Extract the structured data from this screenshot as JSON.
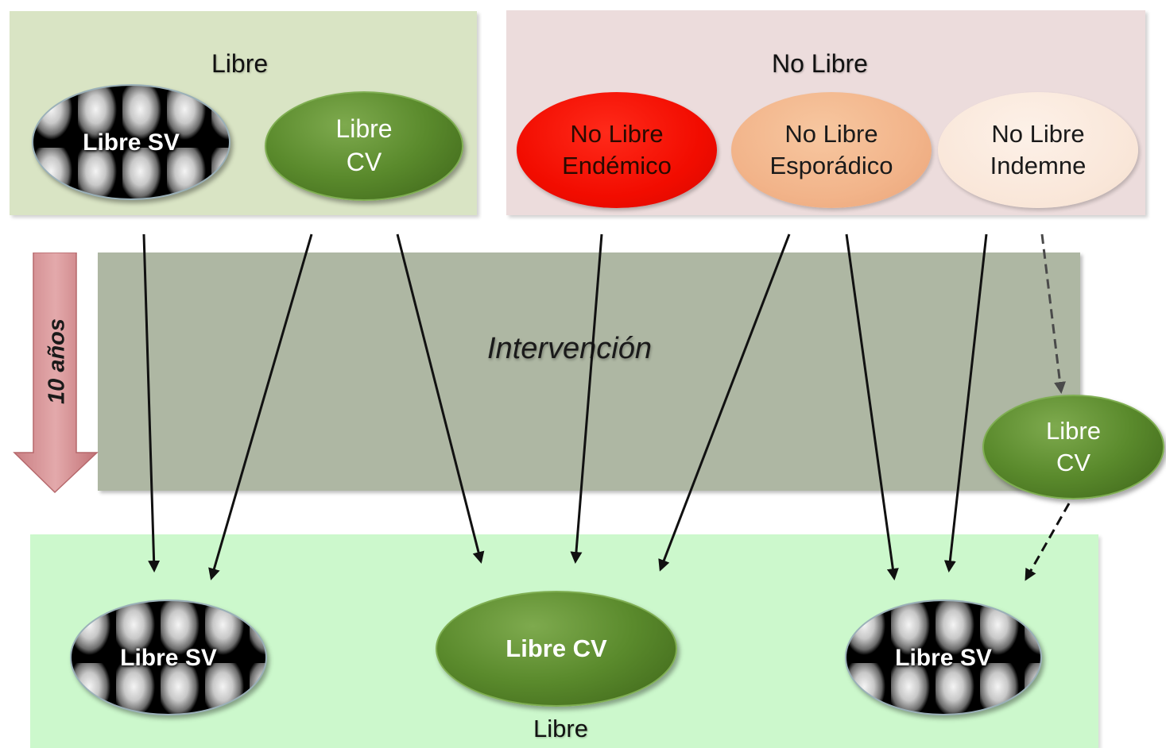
{
  "top_left_panel": {
    "title": "Libre"
  },
  "top_right_panel": {
    "title": "No Libre"
  },
  "intervention": {
    "label": "Intervención"
  },
  "time_axis": {
    "label": "10 años"
  },
  "bottom_panel": {
    "title": "Libre"
  },
  "nodes": {
    "libre_sv_top": "Libre SV",
    "libre_cv_top": "Libre\nCV",
    "no_libre_endemico": "No Libre\nEndémico",
    "no_libre_esporadico": "No Libre\nEsporádico",
    "no_libre_indemne": "No Libre\nIndemne",
    "libre_cv_middle": "Libre\nCV",
    "libre_sv_bottom_left": "Libre SV",
    "libre_cv_bottom": "Libre CV",
    "libre_sv_bottom_right": "Libre SV"
  },
  "colors": {
    "libre_panel": "#d9e4c4",
    "no_libre_panel": "#ecdcdc",
    "intervention_panel": "#aeb7a3",
    "result_panel": "#ccf8cc",
    "green_node": "#5a8a2c",
    "endemico": "#f20c00",
    "esporadico": "#f2b48a",
    "indemne": "#f9e6d8",
    "time_arrow": "#d48f92"
  }
}
